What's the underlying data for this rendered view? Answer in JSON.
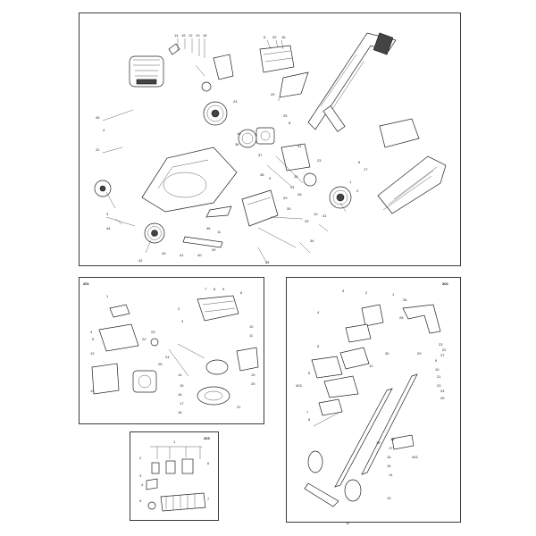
{
  "panels": {
    "main": {
      "tag": "",
      "callouts": [
        "14",
        "15",
        "12",
        "13",
        "18",
        "5",
        "32",
        "16",
        "45",
        "22",
        "7",
        "25",
        "8",
        "24",
        "19",
        "36",
        "37",
        "38",
        "9",
        "10",
        "11",
        "39",
        "40",
        "41",
        "42",
        "43",
        "44",
        "3",
        "4",
        "6",
        "17",
        "20",
        "21",
        "23",
        "26",
        "27",
        "28",
        "29",
        "30",
        "31",
        "33",
        "34",
        "35",
        "2",
        "1",
        "46"
      ]
    },
    "p201": {
      "tag": "201",
      "callouts": [
        "1",
        "2",
        "3",
        "4",
        "5",
        "6",
        "7",
        "8",
        "9",
        "10",
        "11",
        "12",
        "13",
        "14",
        "15",
        "16",
        "17",
        "18",
        "19",
        "20",
        "21",
        "22",
        "23",
        "24",
        "25"
      ]
    },
    "p202": {
      "tag": "202",
      "callouts": [
        "1",
        "2",
        "3",
        "4",
        "5",
        "6",
        "7",
        "8",
        "9",
        "10",
        "11",
        "12",
        "13",
        "14",
        "15",
        "16",
        "17",
        "18",
        "19",
        "20",
        "21",
        "22",
        "23",
        "24",
        "25",
        "26",
        "27",
        "28",
        "29",
        "30",
        "402",
        "403"
      ]
    },
    "p203": {
      "tag": "203",
      "callouts": [
        "1",
        "2",
        "3",
        "4",
        "5",
        "6",
        "7"
      ]
    }
  }
}
